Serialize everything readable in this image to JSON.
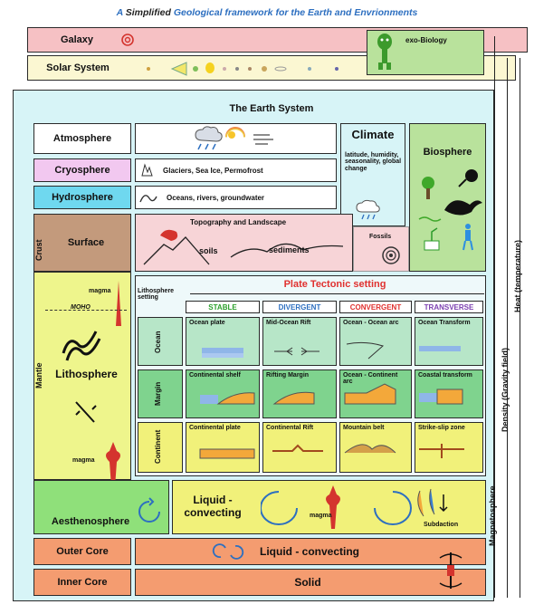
{
  "title": {
    "pre": "A ",
    "emph": "Simplified",
    "post": " Geological framework for the Earth and Envrionments"
  },
  "galaxy": {
    "label": "Galaxy",
    "exo": "exo-Biology"
  },
  "solar": {
    "label": "Solar System"
  },
  "earth_system": {
    "label": "The Earth System"
  },
  "spheres": {
    "atmosphere": "Atmosphere",
    "cryosphere": "Cryosphere",
    "cryo_desc": "Glaciers, Sea Ice, Permofrost",
    "hydrosphere": "Hydrosphere",
    "hydro_desc": "Oceans, rivers, groundwater",
    "surface": "Surface",
    "topo": "Topography and Landscape",
    "soils": "soils",
    "sediments": "sediments",
    "fossils": "Fossils"
  },
  "climate": {
    "label": "Climate",
    "desc": "latitude, humidity, seasonality, global change"
  },
  "biosphere": {
    "label": "Biosphere"
  },
  "layers": {
    "crust": "Crust",
    "mantle": "Mantle",
    "lithosphere": "Lithosphere",
    "magma1": "magma",
    "moho": "MOHO",
    "magma2": "magma",
    "aesthenosphere": "Aesthenosphere",
    "liquid_convecting": "Liquid - convecting",
    "magma3": "magma",
    "subduction": "Subdaction",
    "outer_core": "Outer Core",
    "outer_desc": "Liquid - convecting",
    "inner_core": "Inner Core",
    "inner_desc": "Solid"
  },
  "plate": {
    "title": "Plate Tectonic setting",
    "litho_setting": "Lithosphere setting",
    "cols": [
      "STABLE",
      "DIVERGENT",
      "CONVERGENT",
      "TRANSVERSE"
    ],
    "rows": [
      "Ocean",
      "Margin",
      "Continent"
    ],
    "ocean": [
      "Ocean plate",
      "Mid-Ocean Rift",
      "Ocean - Ocean arc",
      "Ocean Transform"
    ],
    "margin": [
      "Continental shelf",
      "Rifting Margin",
      "Ocean - Continent arc",
      "Coastal transform"
    ],
    "continent": [
      "Continental plate",
      "Continental Rift",
      "Mountain belt",
      "Strike-slip zone"
    ]
  },
  "side": {
    "heat": "Heat (temperature)",
    "density": "Density (Gravity field)",
    "magneto": "Magnetosphere"
  },
  "colors": {
    "galaxy": "#f6c1c4",
    "solar": "#fbf7d2",
    "earth_bg": "#d7f4f7",
    "exo": "#b9e29c",
    "crust": "#c39a7c",
    "lithosphere": "#eef58c",
    "asthenosphere": "#8fe07a",
    "outer_core": "#f49c70",
    "inner_core": "#f49c70",
    "blue_accent": "#2d6fc0",
    "plate_title": "#e0312f"
  }
}
